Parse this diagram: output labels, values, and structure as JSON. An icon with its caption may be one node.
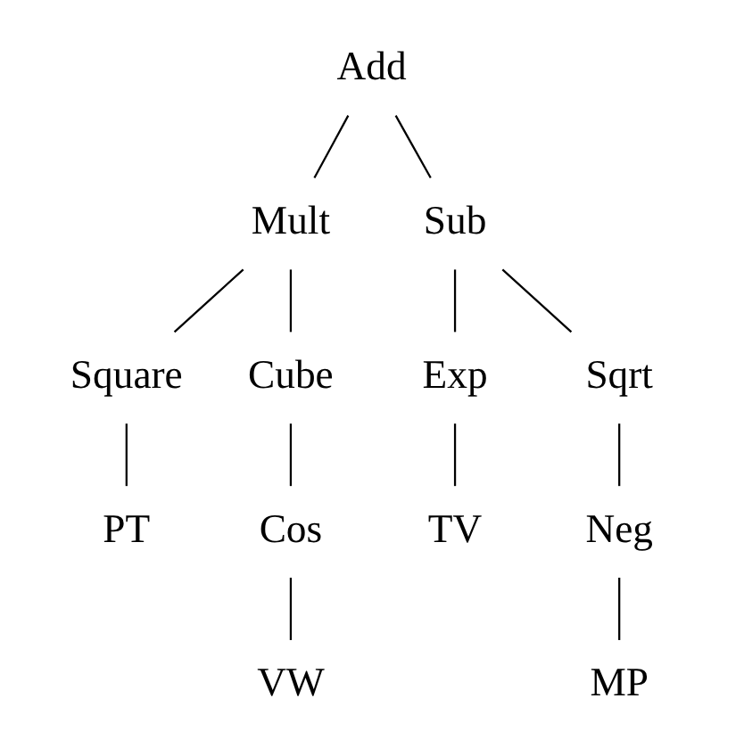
{
  "diagram": {
    "nodes": [
      {
        "text": [
          "Add"
        ]
      },
      {
        "text": [
          "Mult"
        ]
      },
      {
        "text": [
          "Sub"
        ]
      },
      {
        "text": [
          "Square"
        ]
      },
      {
        "text": [
          "Cube"
        ]
      },
      {
        "text": [
          "Exp"
        ]
      },
      {
        "text": [
          "Sqrt"
        ]
      },
      {
        "text": [
          "PT"
        ]
      },
      {
        "text": [
          "Cos"
        ]
      },
      {
        "text": [
          "TV"
        ]
      },
      {
        "text": [
          "Neg"
        ]
      },
      {
        "text": [
          "VW"
        ]
      },
      {
        "text": [
          "MP"
        ]
      }
    ],
    "edges": [
      {
        "from": 0,
        "to": 1,
        "arrow": "none"
      },
      {
        "from": 0,
        "to": 2,
        "arrow": "none"
      },
      {
        "from": 1,
        "to": 3,
        "arrow": "none"
      },
      {
        "from": 1,
        "to": 4,
        "arrow": "none"
      },
      {
        "from": 2,
        "to": 5,
        "arrow": "none"
      },
      {
        "from": 2,
        "to": 6,
        "arrow": "none"
      },
      {
        "from": 3,
        "to": 7,
        "arrow": "none"
      },
      {
        "from": 4,
        "to": 8,
        "arrow": "none"
      },
      {
        "from": 5,
        "to": 9,
        "arrow": "none"
      },
      {
        "from": 6,
        "to": 10,
        "arrow": "none"
      },
      {
        "from": 8,
        "to": 11,
        "arrow": "none"
      },
      {
        "from": 10,
        "to": 12,
        "arrow": "none"
      }
    ]
  }
}
